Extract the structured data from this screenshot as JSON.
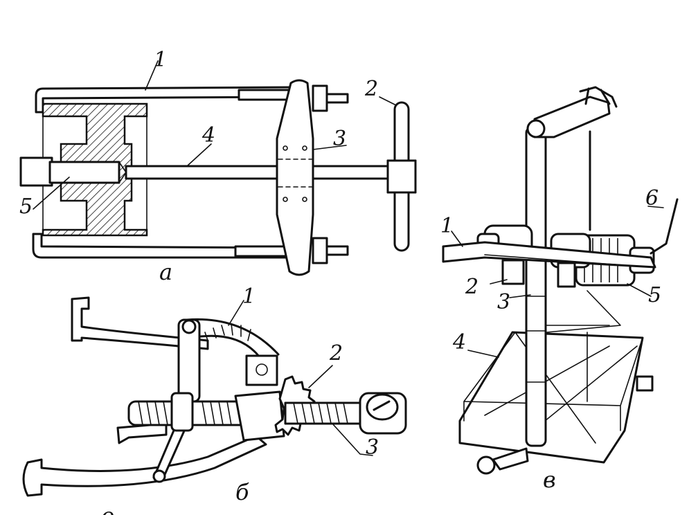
{
  "figure_a": {
    "caption": "а",
    "labels": {
      "l1": "1",
      "l2": "2",
      "l3": "3",
      "l4": "4",
      "l5": "5"
    }
  },
  "figure_b": {
    "caption": "б",
    "labels": {
      "l1": "1",
      "l2": "2",
      "l3": "3"
    }
  },
  "figure_c": {
    "caption": "в",
    "labels": {
      "l1": "1",
      "l2": "2",
      "l3": "3",
      "l4": "4",
      "l5": "5",
      "l6": "6"
    }
  },
  "stray_mark": "о"
}
